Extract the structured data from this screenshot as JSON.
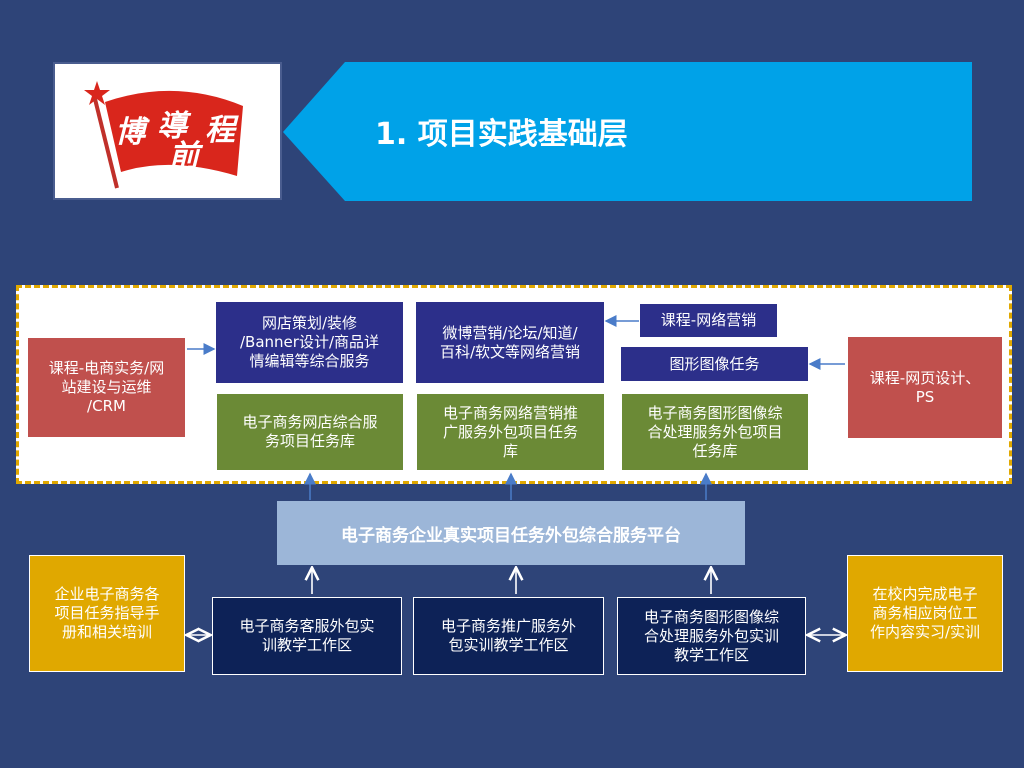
{
  "header": {
    "title": "1. 项目实践基础层",
    "logo_chars": [
      "博",
      "導",
      "前",
      "程"
    ]
  },
  "colors": {
    "background": "#2e4478",
    "banner": "#00a2e8",
    "purple_box": "#2c2f8a",
    "green_box": "#6b8a36",
    "red_box": "#c0504d",
    "gold_box": "#e0a800",
    "navy_box": "#0d2257",
    "platform_bar": "#9cb6d8",
    "dashed_border": "#e0a800"
  },
  "top_section": {
    "left_course": "课程-电商实务/网\n站建设与运维\n/CRM",
    "right_course": "课程-网页设计、\nPS",
    "course_network": "课程-网络营销",
    "graphics_task": "图形图像任务",
    "service_shop": "网店策划/装修\n/Banner设计/商品详\n情编辑等综合服务",
    "service_marketing": "微博营销/论坛/知道/\n百科/软文等网络营销",
    "lib_shop": "电子商务网店综合服\n务项目任务库",
    "lib_marketing": "电子商务网络营销推\n广服务外包项目任务\n库",
    "lib_graphics": "电子商务图形图像综\n合处理服务外包项目\n任务库"
  },
  "platform": {
    "label": "电子商务企业真实项目任务外包综合服务平台"
  },
  "bottom_section": {
    "left_guide": "企业电子商务各\n项目任务指导手\n册和相关培训",
    "right_intern": "在校内完成电子\n商务相应岗位工\n作内容实习/实训",
    "work_cs": "电子商务客服外包实\n训教学工作区",
    "work_promo": "电子商务推广服务外\n包实训教学工作区",
    "work_graphics": "电子商务图形图像综\n合处理服务外包实训\n教学工作区"
  }
}
